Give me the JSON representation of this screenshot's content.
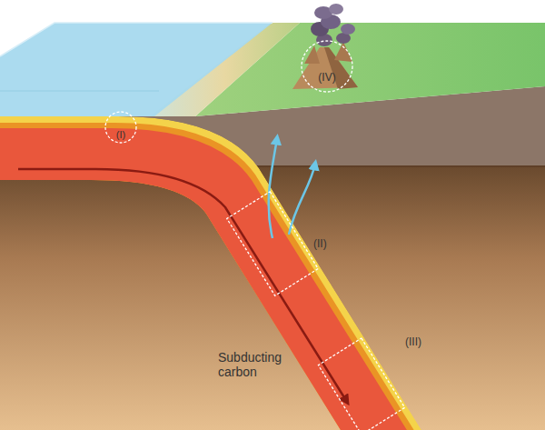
{
  "diagram": {
    "labels": [
      "(I)",
      "(II)",
      "(III)",
      "(IV)",
      "Subducting carbon"
    ]
  }
}
